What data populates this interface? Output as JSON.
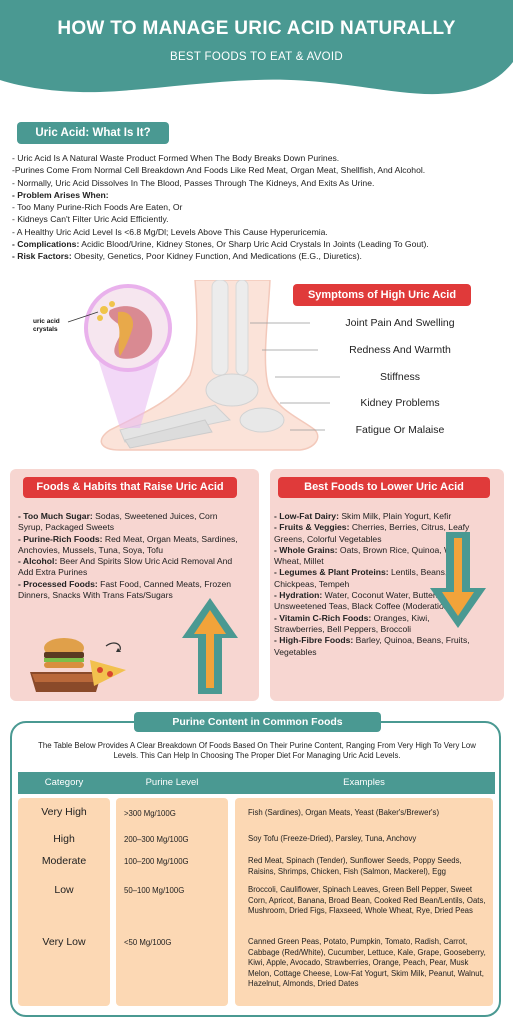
{
  "header": {
    "title": "HOW TO MANAGE URIC ACID NATURALLY",
    "subtitle": "BEST FOODS TO EAT & AVOID"
  },
  "whatis": {
    "heading": "Uric Acid: What Is It?",
    "lines": [
      {
        "text": "- Uric Acid Is A Natural Waste Product Formed When The Body Breaks Down Purines."
      },
      {
        "text": "-Purines Come From Normal Cell Breakdown And Foods Like Red Meat, Organ Meat, Shellfish, And Alcohol."
      },
      {
        "text": "- Normally, Uric Acid Dissolves In The Blood, Passes Through The Kidneys, And Exits As Urine."
      },
      {
        "bold": "- Problem Arises When:",
        "text": ""
      },
      {
        "text": "- Too Many Purine-Rich Foods Are Eaten, Or"
      },
      {
        "text": "- Kidneys Can't Filter Uric Acid Efficiently."
      },
      {
        "text": "- A Healthy Uric Acid Level Is <6.8 Mg/Dl; Levels Above This Cause Hyperuricemia."
      },
      {
        "bold": "- Complications:",
        "text": " Acidic Blood/Urine, Kidney Stones, Or Sharp Uric Acid Crystals In Joints (Leading To Gout)."
      },
      {
        "bold": "- Risk Factors:",
        "text": " Obesity, Genetics, Poor Kidney Function, And Medications (E.G., Diuretics)."
      }
    ]
  },
  "symptoms": {
    "heading": "Symptoms of High Uric Acid",
    "crystal_label": "uric acid crystals",
    "items": [
      "Joint Pain And Swelling",
      "Redness And Warmth",
      "Stiffness",
      "Kidney Problems",
      "Fatigue Or Malaise"
    ]
  },
  "raise": {
    "heading": "Foods & Habits that Raise Uric Acid",
    "items": [
      {
        "bold": "- Too Much Sugar:",
        "text": " Sodas, Sweetened Juices, Corn Syrup, Packaged Sweets"
      },
      {
        "bold": "- Purine-Rich Foods:",
        "text": " Red Meat, Organ Meats, Sardines, Anchovies, Mussels, Tuna, Soya, Tofu"
      },
      {
        "bold": "- Alcohol:",
        "text": " Beer And Spirits Slow Uric Acid Removal And Add Extra Purines"
      },
      {
        "bold": "- Processed Foods:",
        "text": " Fast Food, Canned Meats, Frozen Dinners, Snacks With Trans Fats/Sugars"
      }
    ]
  },
  "lower": {
    "heading": "Best Foods to Lower Uric Acid",
    "items": [
      {
        "bold": "- Low-Fat Dairy:",
        "text": " Skim Milk, Plain Yogurt, Kefir"
      },
      {
        "bold": "- Fruits & Veggies:",
        "text": " Cherries, Berries, Citrus, Leafy Greens, Colorful Vegetables"
      },
      {
        "bold": "- Whole Grains:",
        "text": " Oats, Brown Rice, Quinoa, Whole Wheat, Millet"
      },
      {
        "bold": "- Legumes & Plant Proteins:",
        "text": " Lentils, Beans, Chickpeas, Tempeh"
      },
      {
        "bold": "- Hydration:",
        "text": " Water, Coconut Water, Buttermilk, Unsweetened Teas, Black Coffee (Moderation)"
      },
      {
        "bold": "- Vitamin C-Rich Foods:",
        "text": " Oranges, Kiwi, Strawberries, Bell Peppers, Broccoli"
      },
      {
        "bold": "- High-Fibre Foods:",
        "text": " Barley, Quinoa, Beans, Fruits, Vegetables"
      }
    ]
  },
  "table": {
    "heading": "Purine Content in Common Foods",
    "intro": "The Table Below Provides A Clear Breakdown Of Foods Based On Their Purine Content, Ranging From Very High To Very Low Levels. This Can Help In Choosing The Proper Diet For Managing Uric Acid Levels.",
    "columns": [
      "Category",
      "Purine Level",
      "Examples"
    ],
    "rows": [
      {
        "category": "Very High",
        "level": ">300 Mg/100G",
        "examples": "Fish (Sardines), Organ Meats, Yeast (Baker's/Brewer's)"
      },
      {
        "category": "High",
        "level": "200–300 Mg/100G",
        "examples": "Soy Tofu (Freeze-Dried), Parsley, Tuna, Anchovy"
      },
      {
        "category": "Moderate",
        "level": "100–200 Mg/100G",
        "examples": "Red Meat, Spinach (Tender), Sunflower Seeds, Poppy Seeds, Raisins, Shrimps, Chicken, Fish (Salmon, Mackerel), Egg"
      },
      {
        "category": "Low",
        "level": "50–100 Mg/100G",
        "examples": "Broccoli, Cauliflower, Spinach Leaves, Green Bell Pepper, Sweet Corn, Apricot, Banana, Broad Bean, Cooked Red Bean/Lentils, Oats, Mushroom, Dried Figs, Flaxseed, Whole Wheat, Rye, Dried Peas"
      },
      {
        "category": "Very Low",
        "level": "<50 Mg/100G",
        "examples": "Canned Green Peas, Potato, Pumpkin, Tomato, Radish, Carrot, Cabbage (Red/White), Cucumber, Lettuce, Kale, Grape, Gooseberry, Kiwi, Apple, Avocado, Strawberries, Orange, Peach, Pear, Musk Melon, Cottage Cheese, Low-Fat Yogurt, Skim Milk, Peanut, Walnut, Hazelnut, Almonds, Dried Dates"
      }
    ]
  },
  "colors": {
    "teal": "#4a9992",
    "red": "#e03a3a",
    "panel_pink": "#f7d6d1",
    "cell_peach": "#fcd8b4"
  }
}
